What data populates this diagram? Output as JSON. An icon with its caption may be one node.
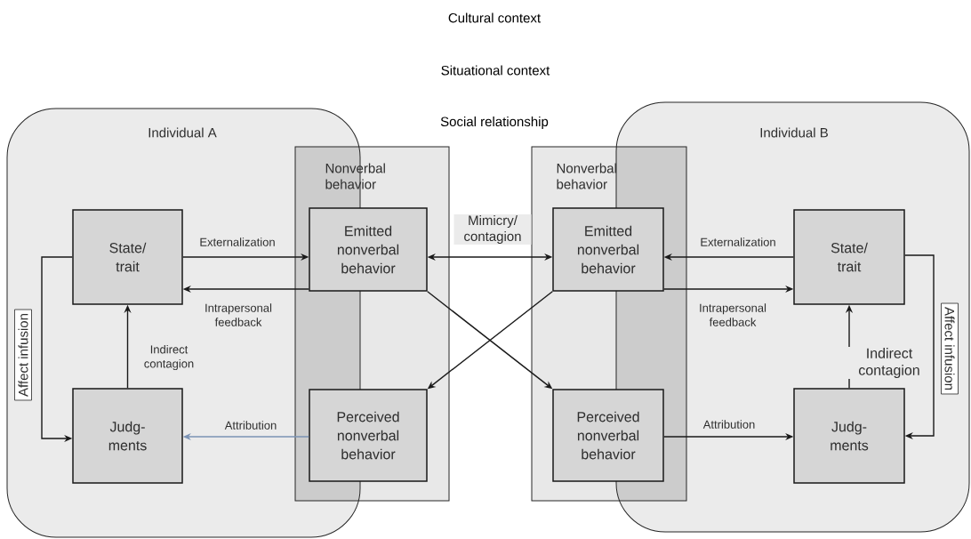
{
  "diagram": {
    "nodes": [
      {
        "text": [
          "Individual A"
        ]
      },
      {
        "text": [
          "Nonverbal behavior"
        ]
      },
      {
        "text": [
          "Nonverbal behavior"
        ]
      },
      {
        "text": [
          "Individual B"
        ]
      },
      {
        "text": [
          "State/ trait"
        ],
        "in": 0
      },
      {
        "text": [
          "Judg- ments"
        ],
        "in": 0
      },
      {
        "text": [
          "Emitted nonverbal behavior"
        ],
        "in": 1
      },
      {
        "text": [
          "Perceived nonverbal behavior"
        ],
        "in": 1
      },
      {
        "text": [
          "Emitted nonverbal behavior"
        ],
        "in": 2
      },
      {
        "text": [
          "Perceived nonverbal behavior"
        ],
        "in": 2
      },
      {
        "text": [
          "State/ trait"
        ],
        "in": 3
      },
      {
        "text": [
          "Judg- ments"
        ],
        "in": 3
      }
    ],
    "edges": [
      {
        "from": 4,
        "to": 6,
        "arrow": "to",
        "label": "Externalization"
      },
      {
        "from": 6,
        "to": 4,
        "arrow": "to",
        "label": "Intrapersonal feedback"
      },
      {
        "from": 5,
        "to": 4,
        "arrow": "to",
        "label": "Indirect contagion"
      },
      {
        "from": 4,
        "to": 5,
        "arrow": "to",
        "label": "Affect infusion"
      },
      {
        "from": 7,
        "to": 5,
        "arrow": "to",
        "label": "Attribution",
        "color": "#7b93b5"
      },
      {
        "from": 6,
        "to": 8,
        "arrow": "both",
        "label": "Mimicry/ contagion"
      },
      {
        "from": 6,
        "to": 9,
        "arrow": "to"
      },
      {
        "from": 8,
        "to": 7,
        "arrow": "to"
      },
      {
        "from": 10,
        "to": 8,
        "arrow": "to",
        "label": "Externalization"
      },
      {
        "from": 8,
        "to": 10,
        "arrow": "to",
        "label": "Intrapersonal feedback"
      },
      {
        "from": 11,
        "to": 10,
        "arrow": "to",
        "label": "Indirect contagion"
      },
      {
        "from": 10,
        "to": 11,
        "arrow": "to",
        "label": "Affect infusion"
      },
      {
        "from": 9,
        "to": 11,
        "arrow": "to",
        "label": "Attribution"
      }
    ],
    "labels": [
      "Cultural context",
      "Situational context",
      "Social relationship"
    ]
  }
}
